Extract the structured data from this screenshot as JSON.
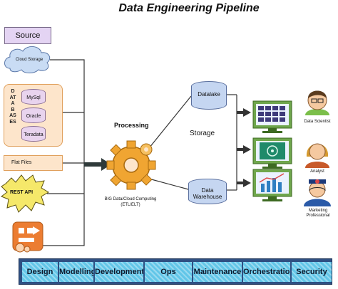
{
  "title": "Data Engineering Pipeline",
  "source": {
    "label": "Source",
    "cloud_storage": "Cloud Storage",
    "databases_label": "DATABASES",
    "databases": [
      "MySql",
      "Oracle",
      "Teradata"
    ],
    "flat_files": "Flat Files",
    "rest_api": "REST API"
  },
  "processing": {
    "label": "Processing",
    "engine": "BIG Data/Cloud Computing (ETL/ELT)"
  },
  "storage": {
    "label": "Storage",
    "datalake": "Datalake",
    "warehouse": "Data Warehouse"
  },
  "consumers": [
    "Data Scientist",
    "Analyst",
    "Marketing Professional"
  ],
  "stages": [
    "Design",
    "Modelling",
    "Development",
    "Ops",
    "Maintenance",
    "Orchestration",
    "Security"
  ],
  "colors": {
    "source_box": "#e4d4f3",
    "db_panel": "#fde5cb",
    "gear": "#f0a532",
    "cylinder": "#c5d6f1",
    "monitor": "#6fa64c",
    "stage_fill": "#62c6e8",
    "stage_band": "#2f4f82"
  }
}
